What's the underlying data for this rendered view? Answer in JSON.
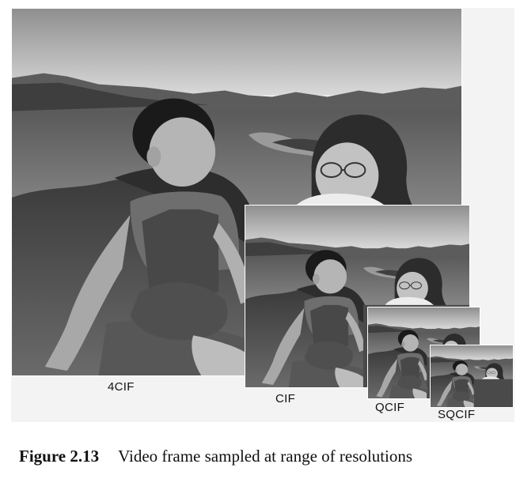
{
  "figure": {
    "frames": [
      {
        "id": "4cif",
        "label": "4CIF"
      },
      {
        "id": "cif",
        "label": "CIF"
      },
      {
        "id": "qcif",
        "label": "QCIF"
      },
      {
        "id": "sqcif",
        "label": "SQCIF"
      }
    ],
    "caption": {
      "number": "Figure 2.13",
      "text": "Video frame sampled at range of resolutions"
    }
  }
}
